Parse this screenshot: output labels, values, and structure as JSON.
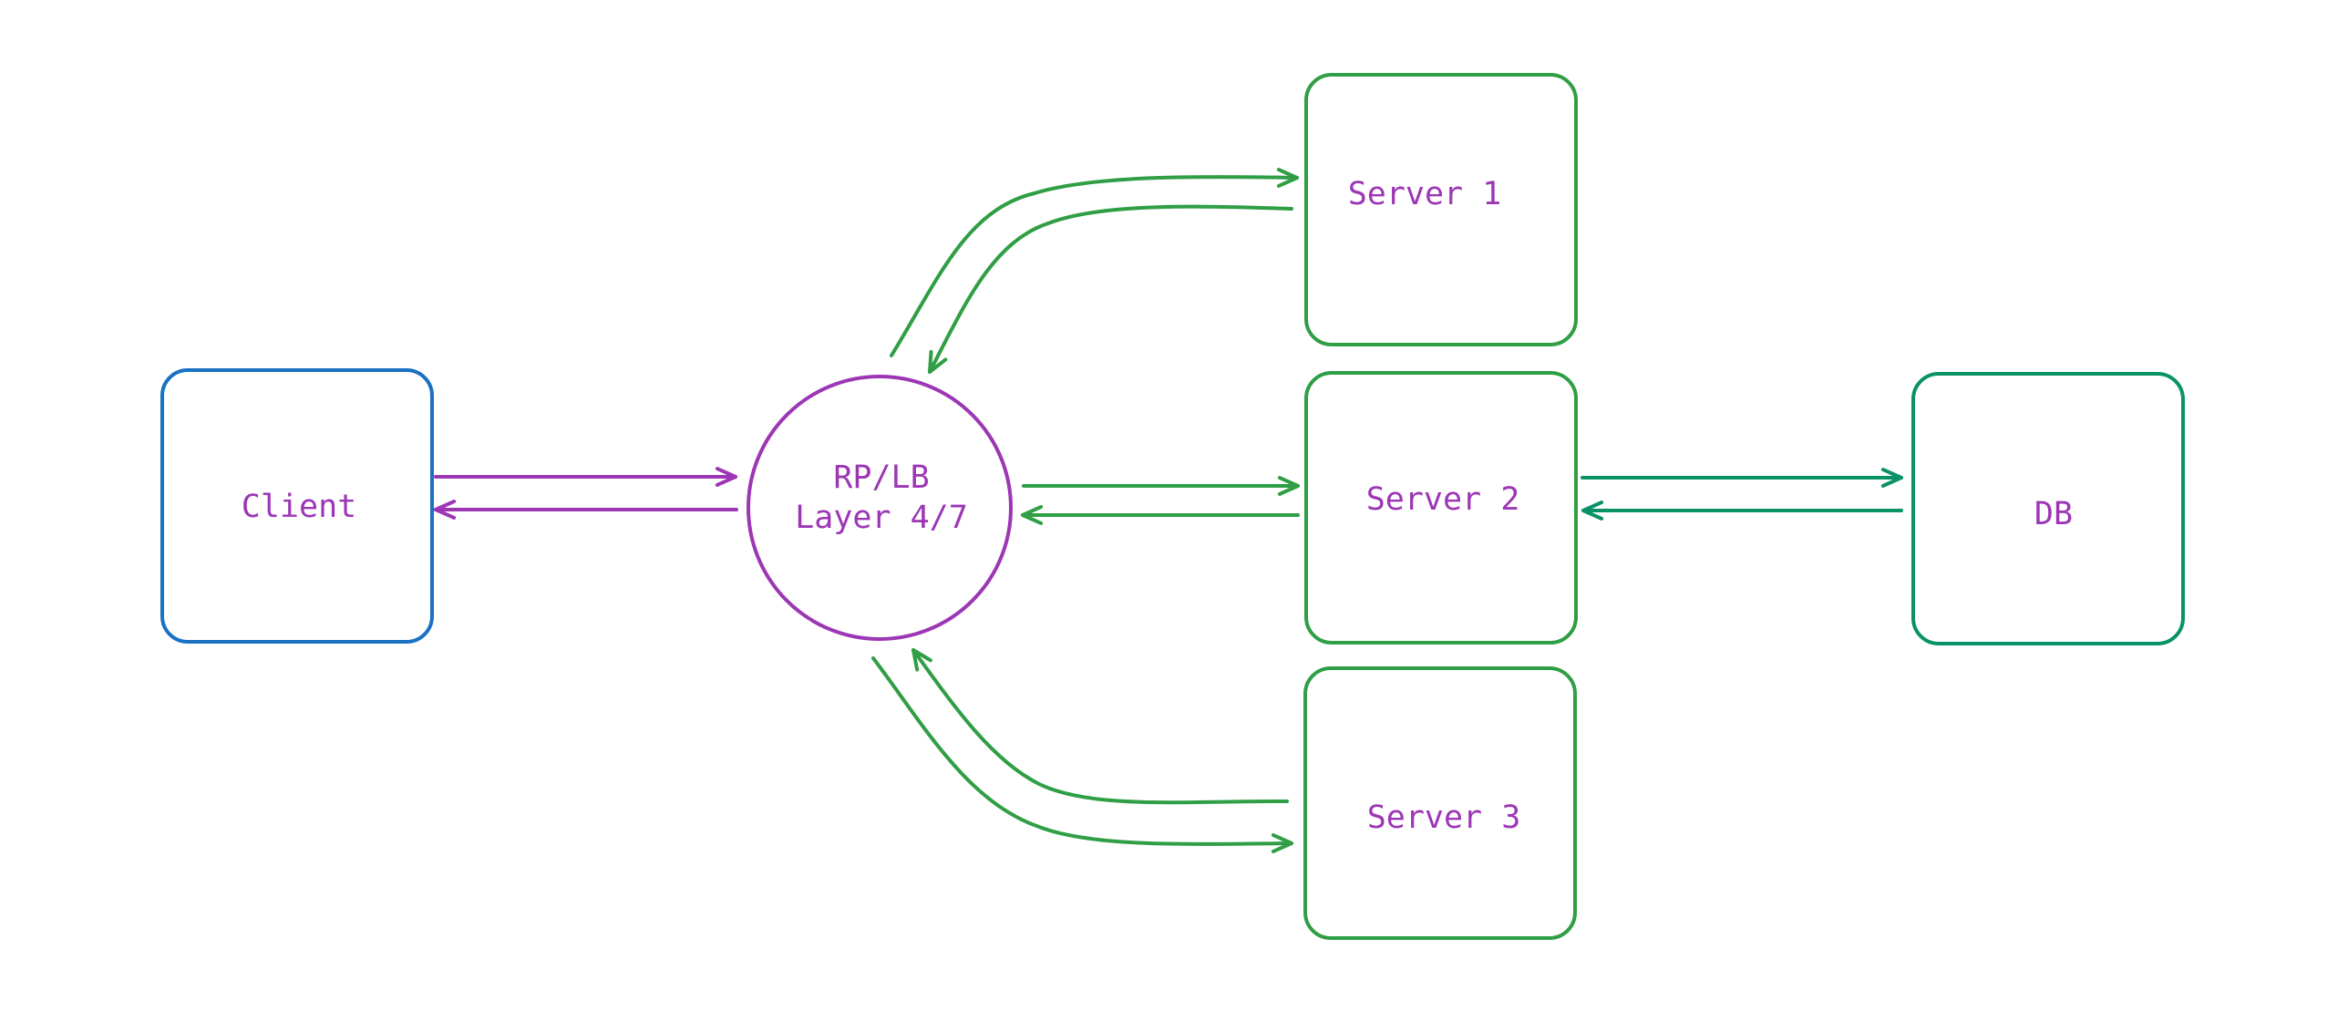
{
  "colors": {
    "client_border": "#1971c2",
    "lb_border": "#9c36b5",
    "server_border": "#2f9e44",
    "db_border": "#099268",
    "label_text": "#9c36b5",
    "client_arrows": "#9c36b5",
    "server_arrows": "#2f9e44",
    "db_arrows": "#099268"
  },
  "nodes": {
    "client": {
      "label": "Client"
    },
    "load_balancer": {
      "label_line1": "RP/LB",
      "label_line2": "Layer 4/7"
    },
    "server1": {
      "label": "Server 1"
    },
    "server2": {
      "label": "Server 2"
    },
    "server3": {
      "label": "Server 3"
    },
    "db": {
      "label": "DB"
    }
  }
}
